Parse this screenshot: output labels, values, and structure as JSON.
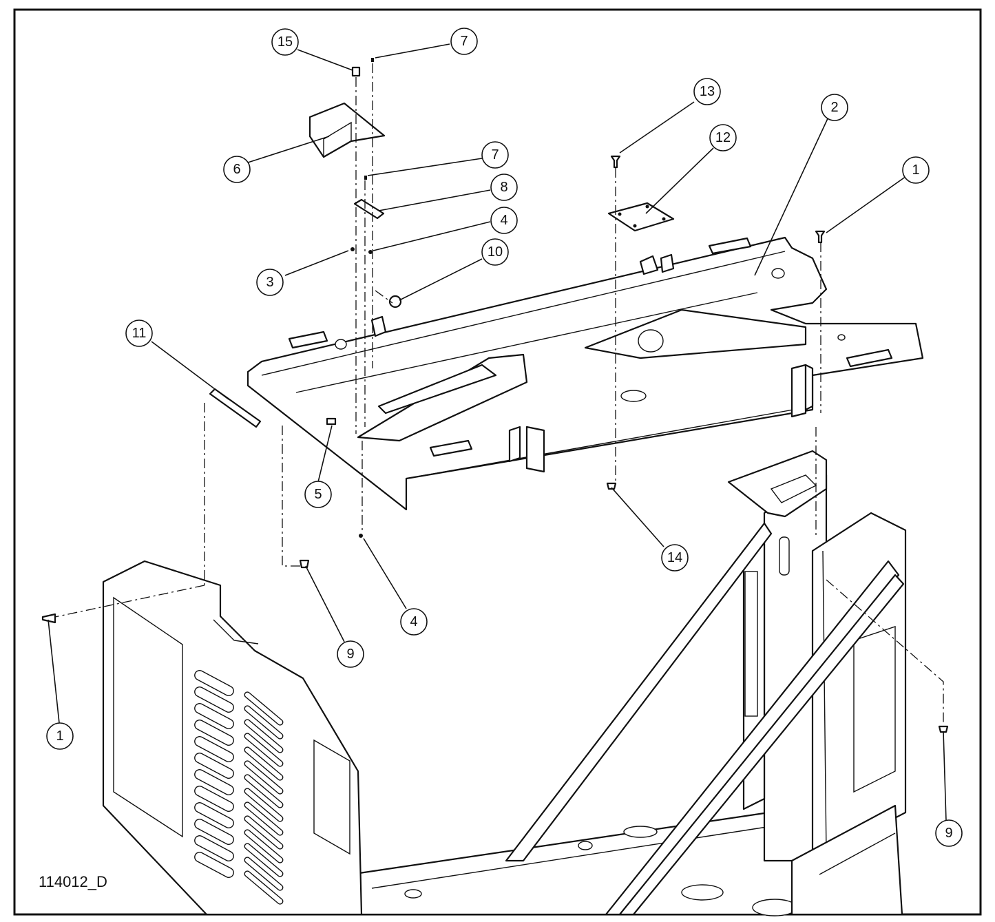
{
  "drawing_number": "114012_D",
  "callouts": [
    {
      "label": "15"
    },
    {
      "label": "7"
    },
    {
      "label": "6"
    },
    {
      "label": "7"
    },
    {
      "label": "8"
    },
    {
      "label": "4"
    },
    {
      "label": "3"
    },
    {
      "label": "10"
    },
    {
      "label": "13"
    },
    {
      "label": "12"
    },
    {
      "label": "2"
    },
    {
      "label": "1"
    },
    {
      "label": "11"
    },
    {
      "label": "5"
    },
    {
      "label": "14"
    },
    {
      "label": "4"
    },
    {
      "label": "9"
    },
    {
      "label": "1"
    },
    {
      "label": "9"
    }
  ],
  "colors": {
    "line": "#111111",
    "background": "#ffffff"
  }
}
